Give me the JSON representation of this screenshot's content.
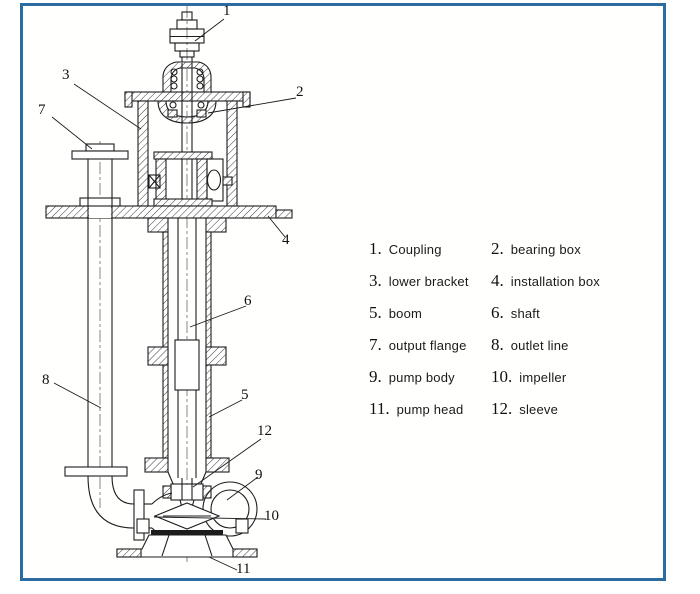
{
  "colors": {
    "frame_border": "#2d6ca3",
    "line_work": "#1c1c1c",
    "background": "#ffffff"
  },
  "callouts": [
    "1",
    "2",
    "3",
    "4",
    "5",
    "6",
    "7",
    "8",
    "9",
    "10",
    "11",
    "12"
  ],
  "legend": {
    "items": [
      {
        "number": "1.",
        "label": "Coupling"
      },
      {
        "number": "2.",
        "label": "bearing box"
      },
      {
        "number": "3.",
        "label": "lower bracket"
      },
      {
        "number": "4.",
        "label": "installation box"
      },
      {
        "number": "5.",
        "label": "boom"
      },
      {
        "number": "6.",
        "label": "shaft"
      },
      {
        "number": "7.",
        "label": "output flange"
      },
      {
        "number": "8.",
        "label": "outlet line"
      },
      {
        "number": "9.",
        "label": "pump body"
      },
      {
        "number": "10.",
        "label": "impeller"
      },
      {
        "number": "11.",
        "label": "pump head"
      },
      {
        "number": "12.",
        "label": "sleeve"
      }
    ]
  }
}
